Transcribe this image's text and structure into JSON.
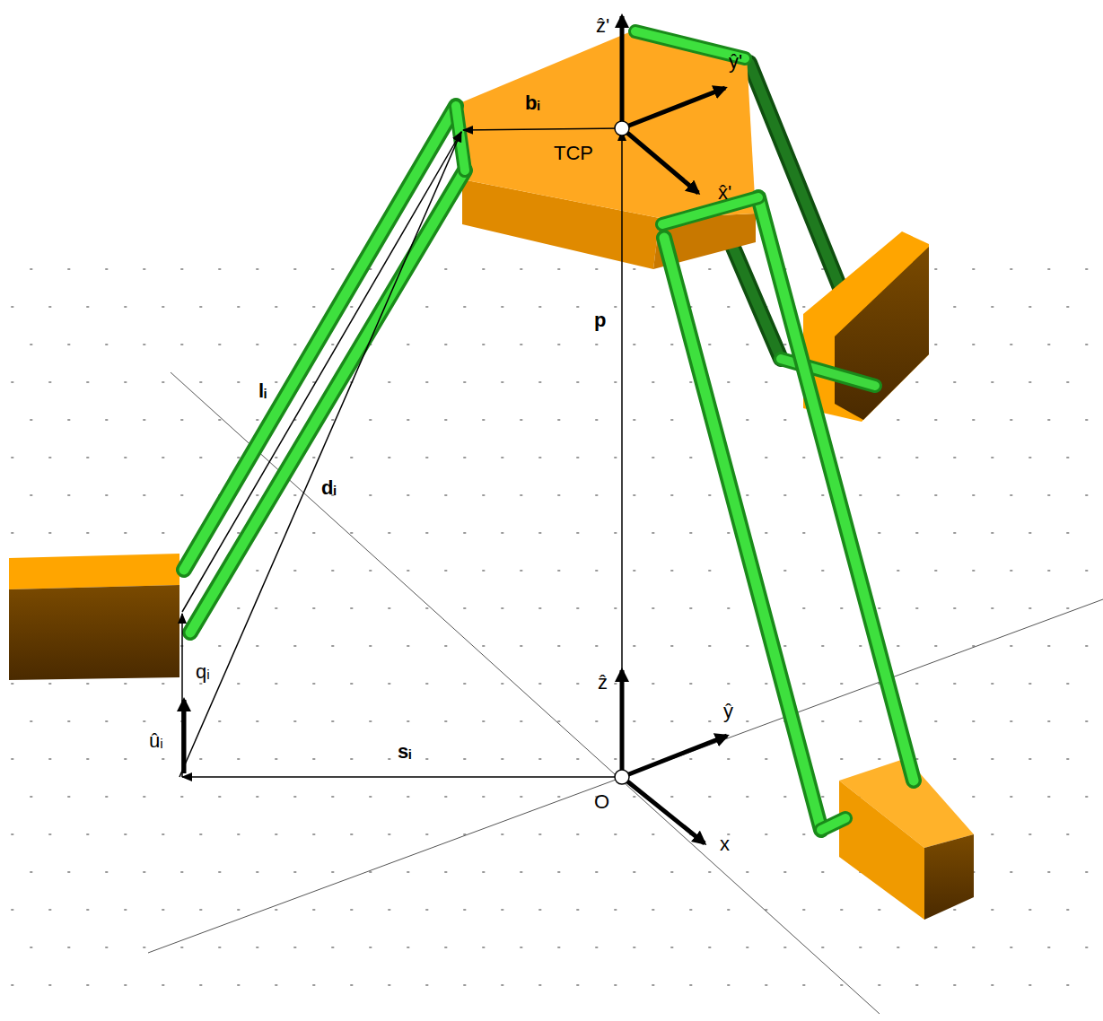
{
  "diagram": {
    "labels": [
      "ẑ'",
      "ŷ'",
      "bᵢ",
      "TCP",
      "x̂'",
      "p",
      "lᵢ",
      "dᵢ",
      "qᵢ",
      "ûᵢ",
      "sᵢ",
      "ẑ",
      "ŷ",
      "O",
      "x"
    ]
  }
}
